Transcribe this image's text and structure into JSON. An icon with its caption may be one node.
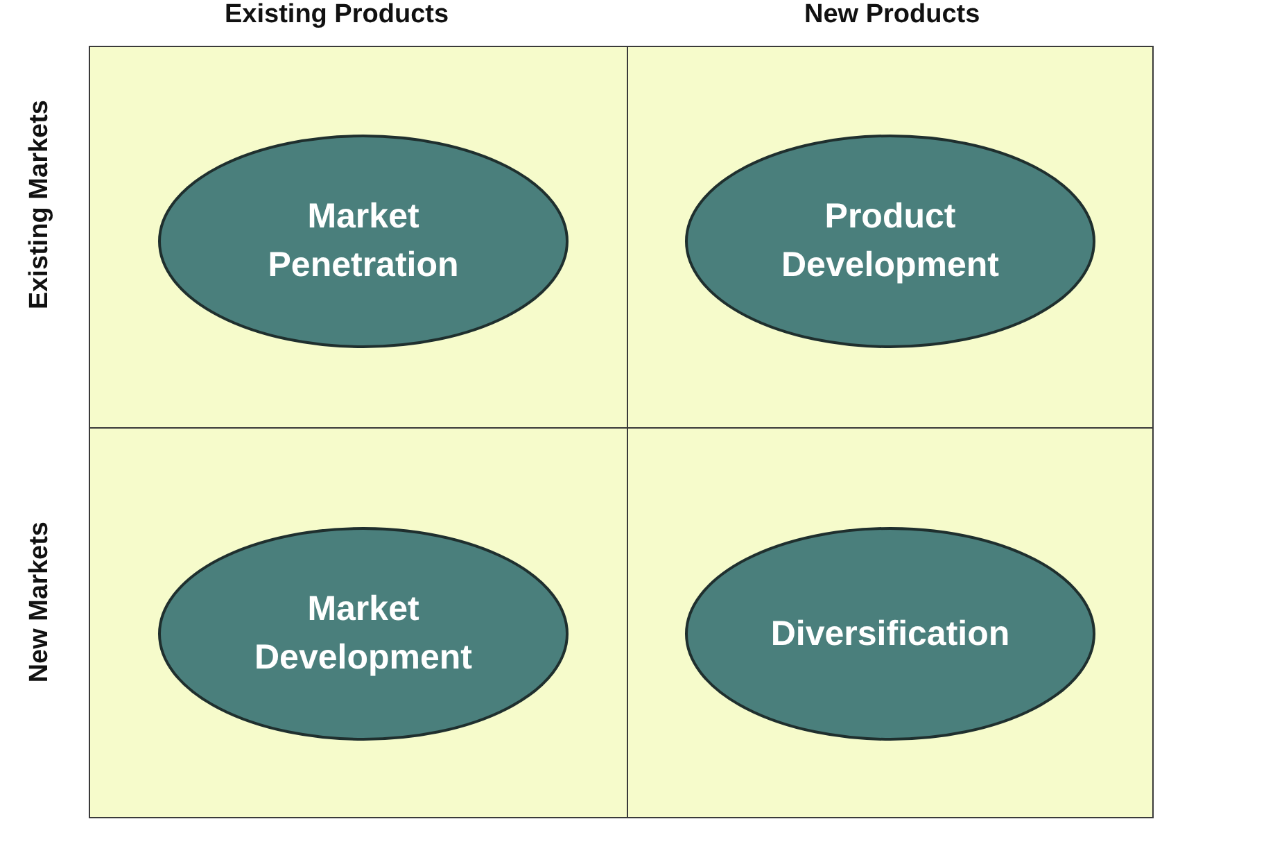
{
  "diagram": {
    "nodes": [
      {
        "text": [],
        "shape": "box"
      },
      {
        "text": [
          "Market Penetration"
        ],
        "in": 0
      },
      {
        "text": [],
        "shape": "box"
      },
      {
        "text": [
          "Product Development"
        ],
        "in": 2
      },
      {
        "text": [],
        "shape": "box"
      },
      {
        "text": [
          "Market Development"
        ],
        "in": 4
      },
      {
        "text": [],
        "shape": "box"
      },
      {
        "text": [
          "Diversification"
        ],
        "in": 6
      }
    ],
    "edges": [],
    "labels": [
      "Existing Products",
      "New Products",
      "Existing Markets",
      "New Markets"
    ]
  }
}
